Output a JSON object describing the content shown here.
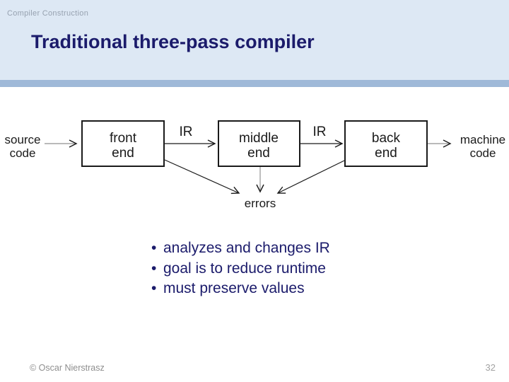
{
  "slide": {
    "header": {
      "course": "Compiler Construction",
      "title": "Traditional three-pass compiler"
    },
    "colors": {
      "header_bg": "#dde8f4",
      "accent_bar": "#9fb9d8",
      "navy_text": "#1b1b6b",
      "course_gray": "#97a2b0",
      "footer_gray": "#8e8e8e",
      "diagram_ink": "#1a1a1a",
      "arrow_gray": "#909090"
    },
    "diagram": {
      "source": {
        "line1": "source",
        "line2": "code"
      },
      "boxes": [
        {
          "line1": "front",
          "line2": "end"
        },
        {
          "line1": "middle",
          "line2": "end"
        },
        {
          "line1": "back",
          "line2": "end"
        }
      ],
      "ir_label_1": "IR",
      "ir_label_2": "IR",
      "machine": {
        "line1": "machine",
        "line2": "code"
      },
      "errors_label": "errors"
    },
    "bullets": [
      "analyzes and changes IR",
      "goal is to reduce runtime",
      "must preserve values"
    ],
    "bullet_char": "•",
    "footer": {
      "copyright": "© Oscar Nierstrasz",
      "page_number": "32"
    }
  }
}
